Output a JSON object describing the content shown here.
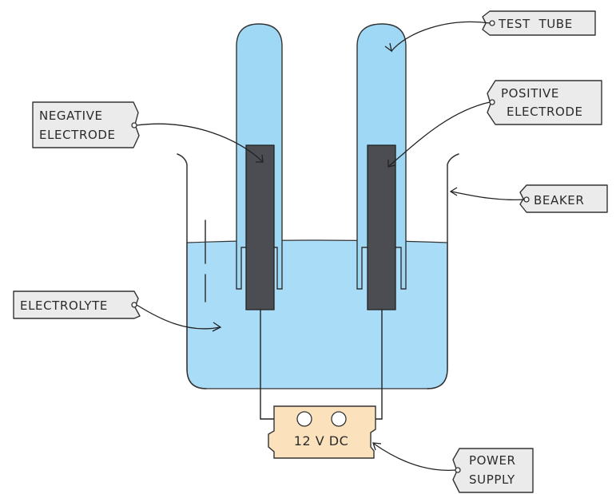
{
  "labels": {
    "test_tube": "TEST  TUBE",
    "positive_electrode": [
      "POSITIVE",
      "ELECTRODE"
    ],
    "negative_electrode": [
      "NEGATIVE",
      "ELECTRODE"
    ],
    "beaker": "BEAKER",
    "electrolyte": "ELECTROLYTE",
    "power_supply": [
      "POWER",
      "SUPPLY"
    ]
  },
  "power_supply_rating": "12 V DC",
  "colors": {
    "liquid": "#a9dcf6",
    "tube_fill": "#9fd8f5",
    "electrode": "#4b4d52",
    "power_supply": "#fbe2bd",
    "tag": "#ebebeb",
    "outline": "#333333"
  }
}
